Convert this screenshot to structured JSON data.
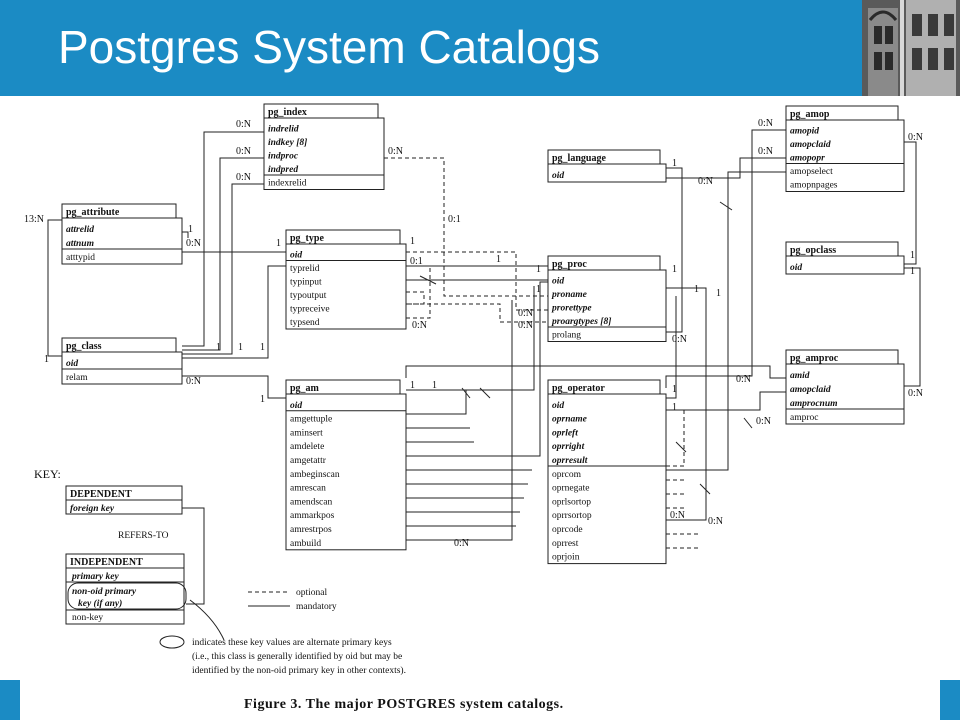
{
  "slide": {
    "title": "Postgres System Catalogs",
    "accent_color": "#1b8bc4"
  },
  "diagram": {
    "tables": [
      {
        "name": "pg_index",
        "fields": [
          {
            "t": "indrelid",
            "k": "fk"
          },
          {
            "t": "indkey [8]",
            "k": "fk"
          },
          {
            "t": "indproc",
            "k": "fk"
          },
          {
            "t": "indpred",
            "k": "fk"
          },
          {
            "t": "indexrelid",
            "k": "pl"
          }
        ]
      },
      {
        "name": "pg_attribute",
        "fields": [
          {
            "t": "attrelid",
            "k": "fk"
          },
          {
            "t": "attnum",
            "k": "fk"
          },
          {
            "t": "atttypid",
            "k": "pl"
          }
        ]
      },
      {
        "name": "pg_type",
        "fields": [
          {
            "t": "oid",
            "k": "fk"
          },
          {
            "t": "typrelid",
            "k": "pl"
          },
          {
            "t": "typinput",
            "k": "pl"
          },
          {
            "t": "typoutput",
            "k": "pl"
          },
          {
            "t": "typreceive",
            "k": "pl"
          },
          {
            "t": "typsend",
            "k": "pl"
          }
        ]
      },
      {
        "name": "pg_class",
        "fields": [
          {
            "t": "oid",
            "k": "fk"
          },
          {
            "t": "relam",
            "k": "pl"
          }
        ]
      },
      {
        "name": "pg_am",
        "fields": [
          {
            "t": "oid",
            "k": "fk"
          },
          {
            "t": "amgettuple",
            "k": "pl"
          },
          {
            "t": "aminsert",
            "k": "pl"
          },
          {
            "t": "amdelete",
            "k": "pl"
          },
          {
            "t": "amgetattr",
            "k": "pl"
          },
          {
            "t": "ambeginscan",
            "k": "pl"
          },
          {
            "t": "amrescan",
            "k": "pl"
          },
          {
            "t": "amendscan",
            "k": "pl"
          },
          {
            "t": "ammarkpos",
            "k": "pl"
          },
          {
            "t": "amrestrpos",
            "k": "pl"
          },
          {
            "t": "ambuild",
            "k": "pl"
          }
        ]
      },
      {
        "name": "pg_language",
        "fields": [
          {
            "t": "oid",
            "k": "fk"
          }
        ]
      },
      {
        "name": "pg_proc",
        "fields": [
          {
            "t": "oid",
            "k": "fk"
          },
          {
            "t": "proname",
            "k": "fk"
          },
          {
            "t": "prorettype",
            "k": "fk"
          },
          {
            "t": "proargtypes [8]",
            "k": "fk"
          },
          {
            "t": "prolang",
            "k": "pl"
          }
        ]
      },
      {
        "name": "pg_operator",
        "fields": [
          {
            "t": "oid",
            "k": "fk"
          },
          {
            "t": "oprname",
            "k": "fk"
          },
          {
            "t": "oprleft",
            "k": "fk"
          },
          {
            "t": "oprright",
            "k": "fk"
          },
          {
            "t": "oprresult",
            "k": "fk"
          },
          {
            "t": "oprcom",
            "k": "pl"
          },
          {
            "t": "oprnegate",
            "k": "pl"
          },
          {
            "t": "oprlsortop",
            "k": "pl"
          },
          {
            "t": "oprrsortop",
            "k": "pl"
          },
          {
            "t": "oprcode",
            "k": "pl"
          },
          {
            "t": "oprrest",
            "k": "pl"
          },
          {
            "t": "oprjoin",
            "k": "pl"
          }
        ]
      },
      {
        "name": "pg_amop",
        "fields": [
          {
            "t": "amopid",
            "k": "fk"
          },
          {
            "t": "amopclaid",
            "k": "fk"
          },
          {
            "t": "amopopr",
            "k": "fk"
          },
          {
            "t": "amopselect",
            "k": "pl"
          },
          {
            "t": "amopnpages",
            "k": "pl"
          }
        ]
      },
      {
        "name": "pg_opclass",
        "fields": [
          {
            "t": "oid",
            "k": "fk"
          }
        ]
      },
      {
        "name": "pg_amproc",
        "fields": [
          {
            "t": "amid",
            "k": "fk"
          },
          {
            "t": "amopclaid",
            "k": "fk"
          },
          {
            "t": "amprocnum",
            "k": "fk"
          },
          {
            "t": "amproc",
            "k": "pl"
          }
        ]
      }
    ],
    "cardinalities": {
      "zero_n": "0:N",
      "zero_one": "0:1",
      "one": "1",
      "thirteen_n": "13:N"
    },
    "key": {
      "title": "KEY:",
      "dependent_title": "DEPENDENT",
      "dependent_field": "foreign key",
      "refers_to": "REFERS-TO",
      "independent_title": "INDEPENDENT",
      "independent_fields": [
        "primary key",
        "non-oid primary",
        "key (if any)",
        "non-key"
      ],
      "optional": "optional",
      "mandatory": "mandatory",
      "alt_key_note": [
        "indicates these key values are alternate primary keys",
        "(i.e., this class is generally identified by oid but may be",
        "identified by the non-oid primary key in other contexts)."
      ]
    },
    "caption": "Figure 3.   The major POSTGRES system catalogs."
  }
}
